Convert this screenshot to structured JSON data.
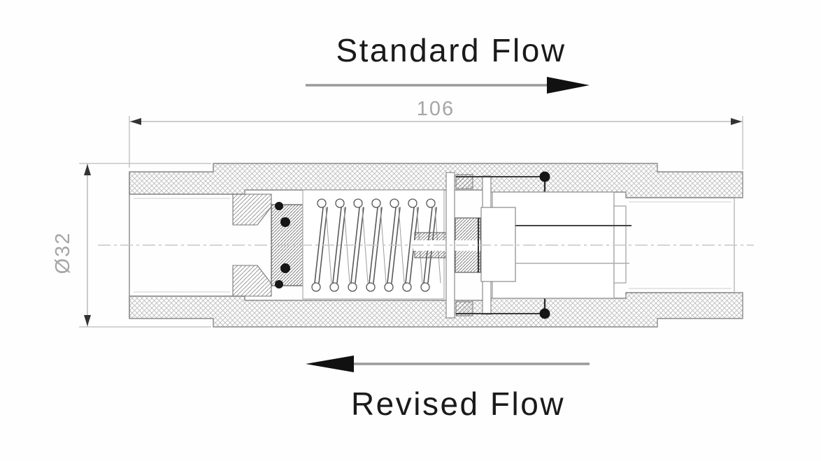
{
  "diagram": {
    "type": "check-valve-cross-section-drawing",
    "flow_annotations": {
      "standard": "Standard Flow",
      "revised": "Revised Flow"
    },
    "dimensions": {
      "overall_length": "106",
      "outer_diameter": "Ø32"
    },
    "colors": {
      "background": "#fefefe",
      "label_text": "#1a1a1a",
      "dimension_line": "#bcbcbc",
      "dimension_text": "#a6a6a6",
      "dimension_arrow": "#333333",
      "flow_line": "#9a9a9a",
      "arrowhead": "#111111",
      "body_outline": "#8a8a8a",
      "hatch_light": "#b9b9b9",
      "hatch_dark": "#6e6e6e",
      "seal_black": "#161616"
    }
  }
}
